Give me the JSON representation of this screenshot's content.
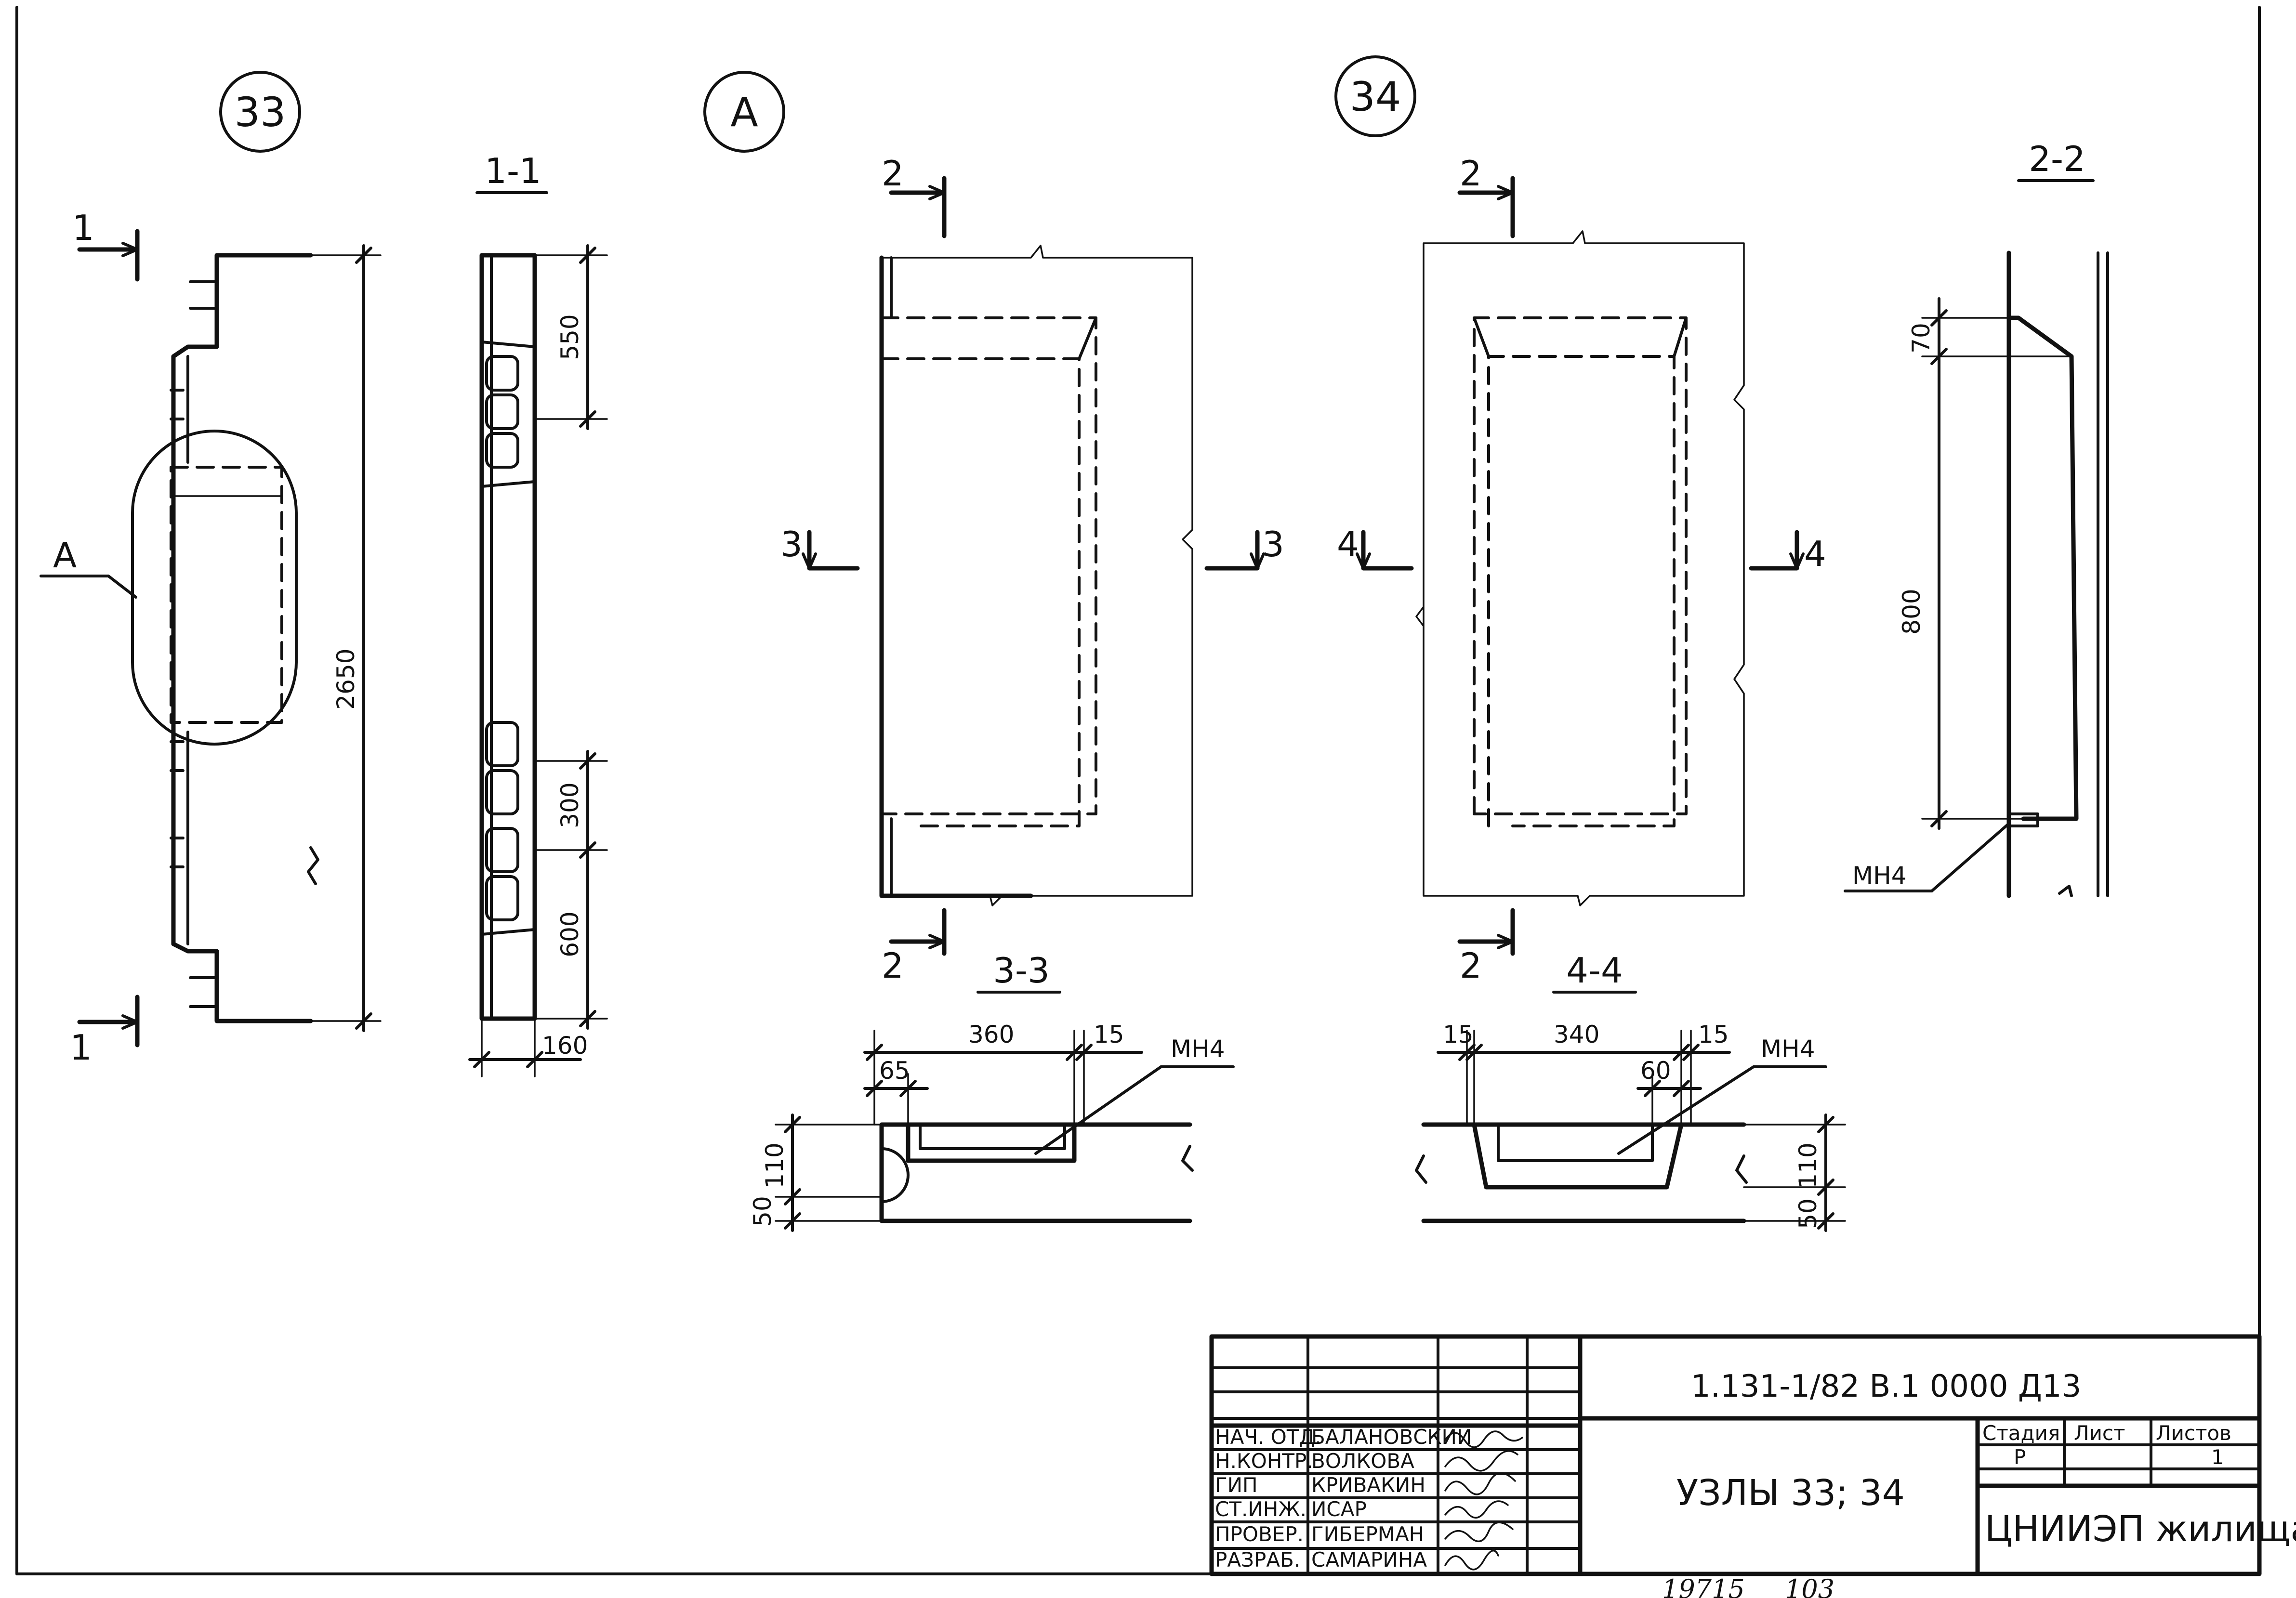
{
  "node_labels": {
    "n33": "33",
    "nA": "А",
    "n34": "34"
  },
  "section_labels": {
    "s11": "1-1",
    "s22": "2-2",
    "s33": "3-3",
    "s44": "4-4"
  },
  "cut_marks": {
    "c1": "1",
    "c2": "2",
    "c3": "3",
    "c4": "4"
  },
  "callouts": {
    "A": "А",
    "mn4": "МН4"
  },
  "dimensions": {
    "d2650": "2650",
    "d550": "550",
    "d300": "300",
    "d600": "600",
    "d160": "160",
    "d70": "70",
    "d800": "800",
    "d360": "360",
    "d15": "15",
    "d65": "65",
    "d110": "110",
    "d50": "50",
    "d340": "340",
    "d60": "60"
  },
  "title_block": {
    "doc_code": "1.131-1/82 В.1 0000 Д13",
    "title": "УЗЛЫ 33; 34",
    "org": "ЦНИИЭП жилища",
    "stage_header": "Стадия",
    "sheet_header": "Лист",
    "sheets_header": "Листов",
    "stage": "Р",
    "sheets": "1",
    "roles": [
      {
        "role": "НАЧ. ОТД.",
        "name": "БАЛАНОВСКИЙ"
      },
      {
        "role": "Н.КОНТР.",
        "name": "ВОЛКОВА"
      },
      {
        "role": "ГИП",
        "name": "КРИВАКИН"
      },
      {
        "role": "СТ.ИНЖ.",
        "name": "ИСАР"
      },
      {
        "role": "ПРОВЕР.",
        "name": "ГИБЕРМАН"
      },
      {
        "role": "РАЗРАБ.",
        "name": "САМАРИНА"
      }
    ]
  },
  "footer": {
    "number": "19715",
    "page": "103"
  }
}
